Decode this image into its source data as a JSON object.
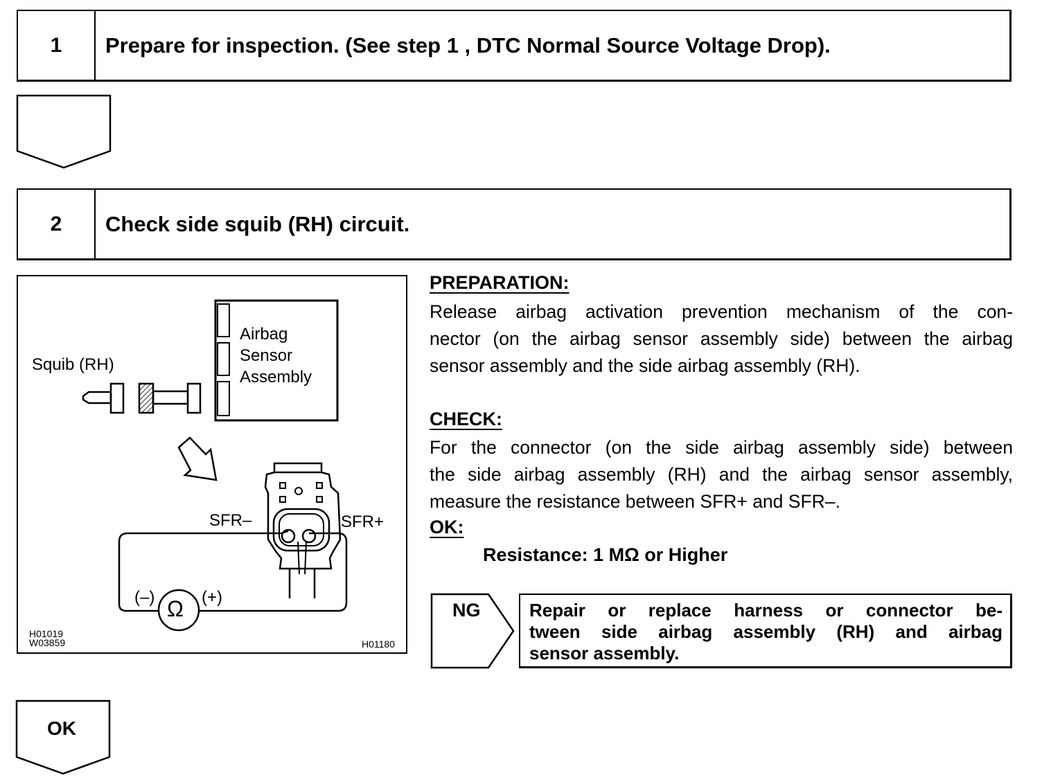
{
  "step1": {
    "number": "1",
    "title": "Prepare for inspection. (See step 1 , DTC Normal Source Voltage Drop)."
  },
  "step2": {
    "number": "2",
    "title": "Check side squib (RH) circuit."
  },
  "diagram": {
    "squib_label": "Squib (RH)",
    "airbag_label_1": "Airbag",
    "airbag_label_2": "Sensor",
    "airbag_label_3": "Assembly",
    "sfr_minus": "SFR–",
    "sfr_plus": "SFR+",
    "neg_terminal": "(–)",
    "pos_terminal": "(+)",
    "ohm_symbol": "Ω",
    "code_left_1": "H01019",
    "code_left_2": "W03859",
    "code_right": "H01180"
  },
  "preparation": {
    "heading": "PREPARATION:",
    "line1": "Release airbag activation prevention mechanism of the con-",
    "line2": "nector (on the airbag sensor assembly side) between the airbag",
    "line3": "sensor assembly and the side airbag assembly (RH)."
  },
  "check": {
    "heading": "CHECK:",
    "line1": "For the connector (on the side airbag assembly side) between",
    "line2": "the side airbag assembly (RH) and the airbag sensor assembly,",
    "line3": "measure the resistance between SFR+ and SFR–."
  },
  "ok": {
    "heading": "OK:",
    "spec": "Resistance: 1 MΩ or Higher"
  },
  "ng": {
    "label": "NG",
    "line1": "Repair or replace harness or connector be-",
    "line2": "tween side airbag assembly (RH) and airbag",
    "line3": "sensor assembly."
  },
  "ok_arrow": {
    "label": "OK"
  }
}
